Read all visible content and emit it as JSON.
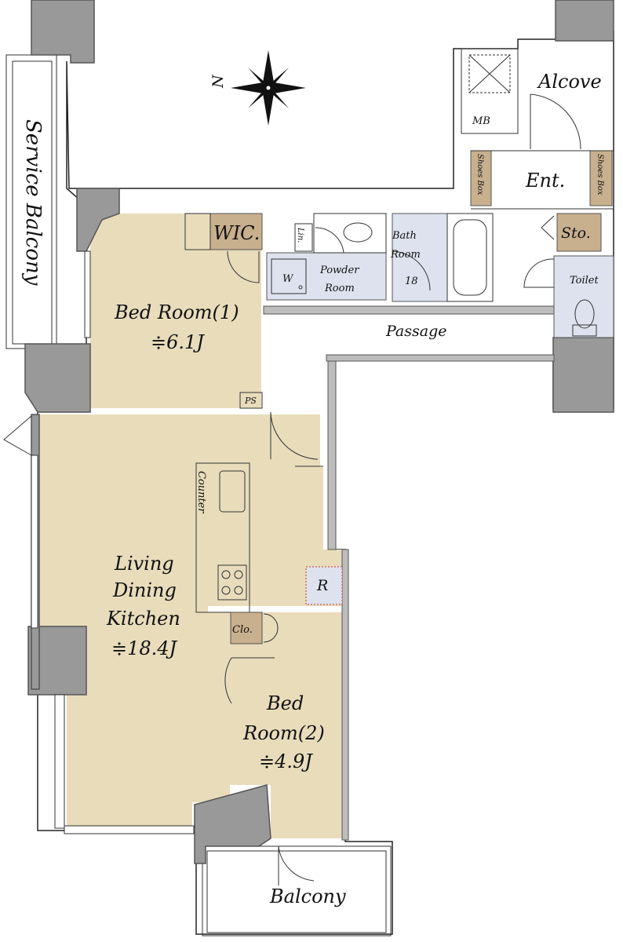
{
  "labels": {
    "alcove": "Alcove",
    "mb": "MB",
    "shoes_box": "Shoes Box",
    "entrance": "Ent.",
    "storage": "Sto.",
    "toilet": "Toilet",
    "passage": "Passage",
    "service_balcony": "Service Balcony",
    "wic": "WIC.",
    "linen": "Lin.",
    "washer": "W",
    "powder_room_1": "Powder",
    "powder_room_2": "Room",
    "bath_room_1": "Bath",
    "bath_room_2": "Room",
    "bath_room_size": "18",
    "bed_room_1_name": "Bed Room(1)",
    "bed_room_1_size": "≑6.1J",
    "ps": "PS",
    "counter": "Counter",
    "ldk_1": "Living",
    "ldk_2": "Dining",
    "ldk_3": "Kitchen",
    "ldk_size": "≑18.4J",
    "refrigerator": "R",
    "closet": "Clo.",
    "bed_room_2_line1": "Bed",
    "bed_room_2_line2": "Room(2)",
    "bed_room_2_size": "≑4.9J",
    "balcony": "Balcony",
    "compass_north": "N"
  },
  "colors": {
    "room_floor": "#e8dcbb",
    "storage_floor": "#c8b08e",
    "wet_area_floor": "#dde2ee",
    "structural_wall": "#999999"
  }
}
